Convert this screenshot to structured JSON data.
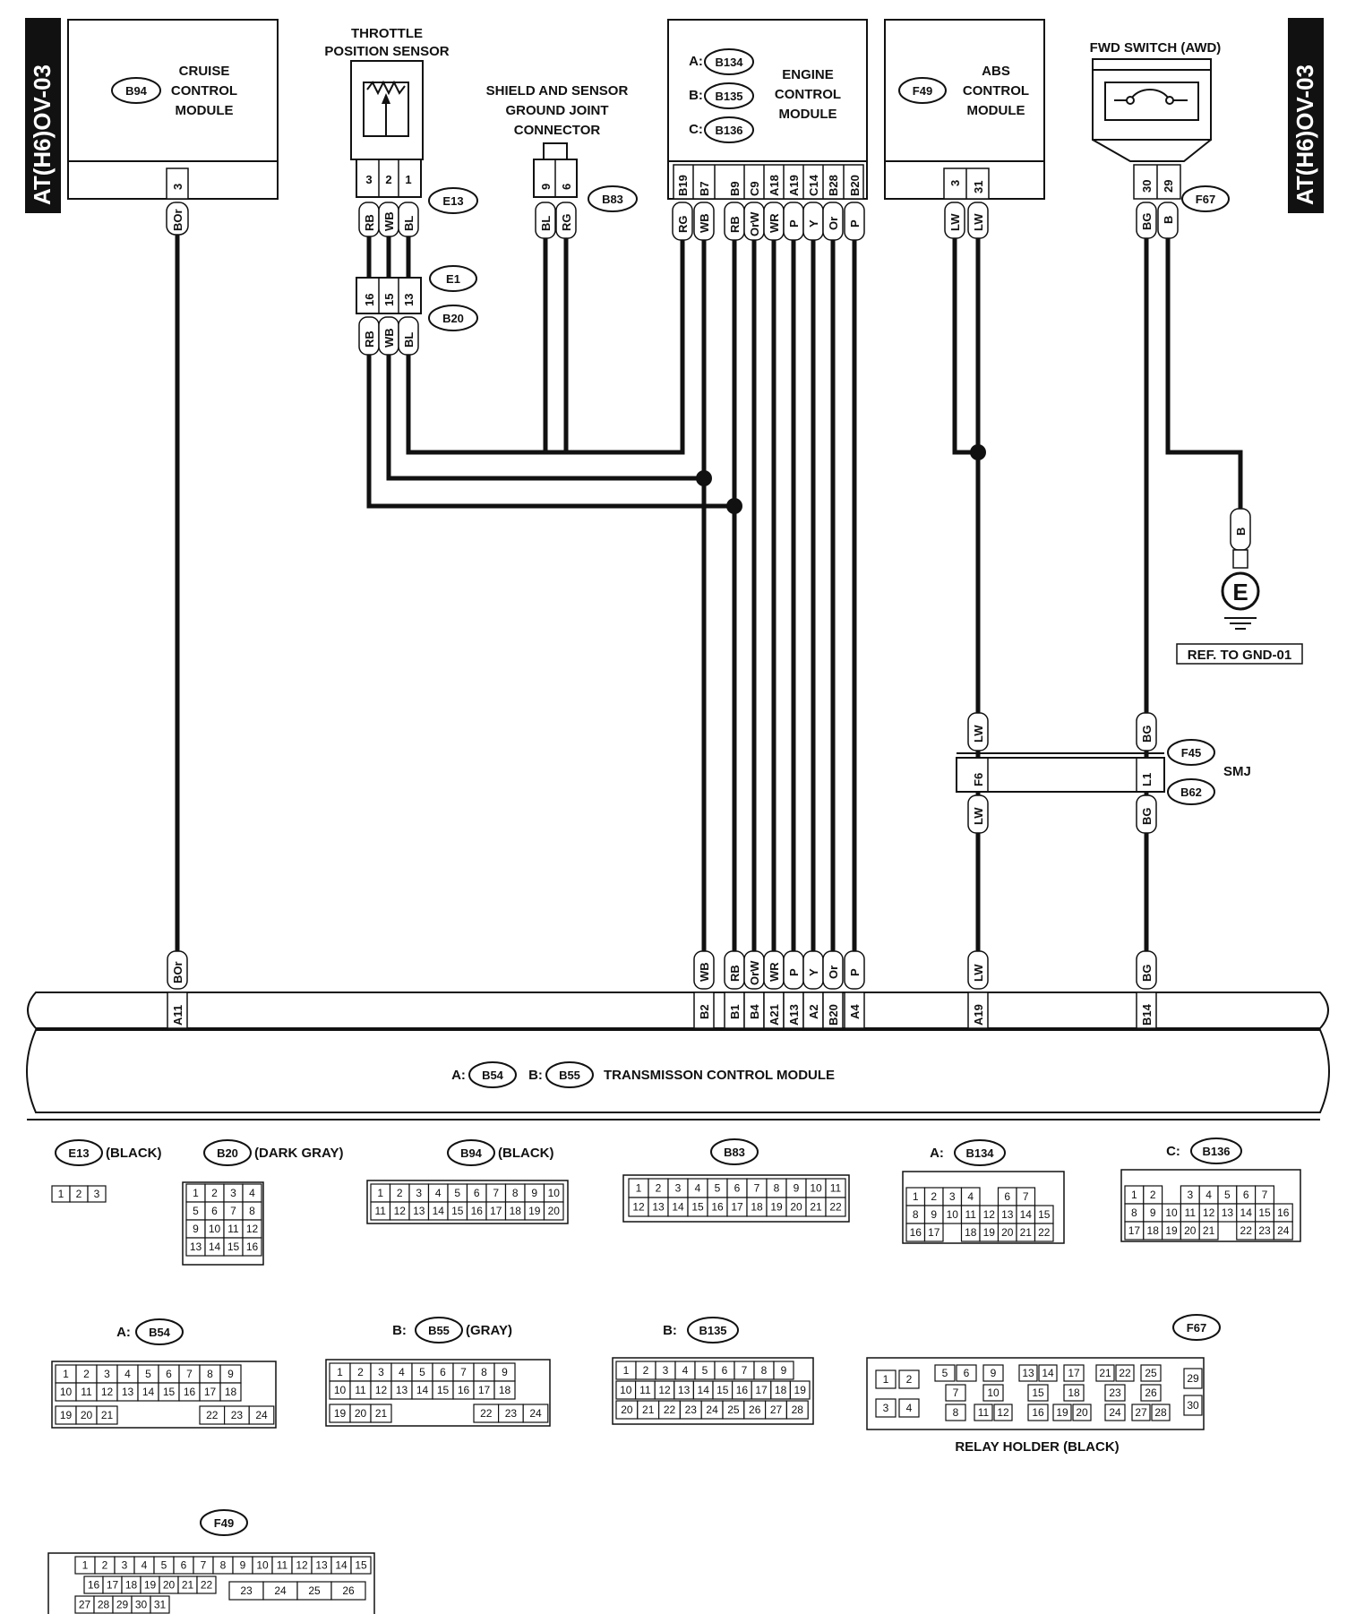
{
  "side_tags": {
    "left": "AT(H6)OV-03",
    "right": "AT(H6)OV-03"
  },
  "modules": {
    "cruise": {
      "connector": "B94",
      "line1": "CRUISE",
      "line2": "CONTROL",
      "line3": "MODULE",
      "pin": "3",
      "wire": "BOr"
    },
    "tps": {
      "title1": "THROTTLE",
      "title2": "POSITION SENSOR",
      "connector": "E13",
      "pins": [
        "3",
        "2",
        "1"
      ],
      "wires": [
        "RB",
        "WB",
        "BL"
      ]
    },
    "joint": {
      "connectors": [
        "E1",
        "B20"
      ],
      "pins": [
        "16",
        "15",
        "13"
      ],
      "wires": [
        "RB",
        "WB",
        "BL"
      ]
    },
    "shield": {
      "title1": "SHIELD AND SENSOR",
      "title2": "GROUND JOINT",
      "title3": "CONNECTOR",
      "connector": "B83",
      "pins": [
        "9",
        "6"
      ],
      "wires": [
        "BL",
        "RG"
      ]
    },
    "ecm": {
      "line1": "ENGINE",
      "line2": "CONTROL",
      "line3": "MODULE",
      "connectors": [
        {
          "prefix": "A:",
          "id": "B134"
        },
        {
          "prefix": "B:",
          "id": "B135"
        },
        {
          "prefix": "C:",
          "id": "B136"
        }
      ],
      "pins": [
        "B19",
        "B7",
        "B9",
        "C9",
        "A18",
        "A19",
        "C14",
        "B28",
        "B20"
      ],
      "wires": [
        "RG",
        "WB",
        "RB",
        "OrW",
        "WR",
        "P",
        "Y",
        "Or",
        "P"
      ]
    },
    "abs": {
      "connector": "F49",
      "line1": "ABS",
      "line2": "CONTROL",
      "line3": "MODULE",
      "pins": [
        "3",
        "31"
      ],
      "wires": [
        "LW",
        "LW"
      ]
    },
    "fwd": {
      "title": "FWD SWITCH (AWD)",
      "connector": "F67",
      "pins": [
        "30",
        "29"
      ],
      "wires": [
        "BG",
        "B"
      ]
    },
    "ground": {
      "wire": "B",
      "symbol": "E",
      "ref": "REF. TO GND-01"
    },
    "smj": {
      "label": "SMJ",
      "connectors": [
        "F45",
        "B62"
      ],
      "pins": [
        "F6",
        "L1"
      ],
      "wires_top": [
        "LW",
        "BG"
      ],
      "wires_bottom": [
        "LW",
        "BG"
      ]
    },
    "tcm": {
      "title": "TRANSMISSON CONTROL MODULE",
      "connectors": [
        {
          "prefix": "A:",
          "id": "B54"
        },
        {
          "prefix": "B:",
          "id": "B55"
        }
      ],
      "pins": [
        "A11",
        "B2",
        "B1",
        "B4",
        "A21",
        "A13",
        "A2",
        "B20",
        "A4",
        "A19",
        "B14"
      ],
      "wires": [
        "BOr",
        "WB",
        "RB",
        "OrW",
        "WR",
        "P",
        "Y",
        "Or",
        "P",
        "LW",
        "BG"
      ]
    }
  },
  "connector_views": {
    "e13": {
      "id": "E13",
      "note": "(BLACK)",
      "rows": [
        [
          "1",
          "2",
          "3"
        ]
      ]
    },
    "b20": {
      "id": "B20",
      "note": "(DARK GRAY)",
      "rows": [
        [
          "1",
          "2",
          "3",
          "4"
        ],
        [
          "5",
          "6",
          "7",
          "8"
        ],
        [
          "9",
          "10",
          "11",
          "12"
        ],
        [
          "13",
          "14",
          "15",
          "16"
        ]
      ]
    },
    "b94": {
      "id": "B94",
      "note": "(BLACK)",
      "rows": [
        [
          "1",
          "2",
          "3",
          "4",
          "5",
          "6",
          "7",
          "8",
          "9",
          "10"
        ],
        [
          "11",
          "12",
          "13",
          "14",
          "15",
          "16",
          "17",
          "18",
          "19",
          "20"
        ]
      ]
    },
    "b83": {
      "id": "B83",
      "note": "",
      "rows": [
        [
          "1",
          "2",
          "3",
          "4",
          "5",
          "6",
          "7",
          "8",
          "9",
          "10",
          "11"
        ],
        [
          "12",
          "13",
          "14",
          "15",
          "16",
          "17",
          "18",
          "19",
          "20",
          "21",
          "22"
        ]
      ]
    },
    "b134": {
      "prefix": "A:",
      "id": "B134",
      "rows": [
        [
          "1",
          "2",
          "3",
          "4",
          "",
          "6",
          "7"
        ],
        [
          "8",
          "9",
          "10",
          "11",
          "12",
          "13",
          "14",
          "15"
        ],
        [
          "16",
          "17",
          "",
          "18",
          "19",
          "20",
          "21",
          "22"
        ]
      ]
    },
    "b136": {
      "prefix": "C:",
      "id": "B136",
      "rows": [
        [
          "1",
          "2",
          "",
          "3",
          "4",
          "5",
          "6",
          "7"
        ],
        [
          "8",
          "9",
          "10",
          "11",
          "12",
          "13",
          "14",
          "15",
          "16"
        ],
        [
          "17",
          "18",
          "19",
          "20",
          "21",
          "",
          "22",
          "23",
          "24"
        ]
      ]
    },
    "b54": {
      "prefix": "A:",
      "id": "B54",
      "rows": [
        [
          "1",
          "2",
          "3",
          "4",
          "5",
          "6",
          "7",
          "8",
          "9"
        ],
        [
          "10",
          "11",
          "12",
          "13",
          "14",
          "15",
          "16",
          "17",
          "18"
        ],
        [
          "19",
          "20",
          "21",
          "22",
          "23",
          "24"
        ]
      ]
    },
    "b55": {
      "prefix": "B:",
      "id": "B55",
      "note": "(GRAY)",
      "rows": [
        [
          "1",
          "2",
          "3",
          "4",
          "5",
          "6",
          "7",
          "8",
          "9"
        ],
        [
          "10",
          "11",
          "12",
          "13",
          "14",
          "15",
          "16",
          "17",
          "18"
        ],
        [
          "19",
          "20",
          "21",
          "22",
          "23",
          "24"
        ]
      ]
    },
    "b135": {
      "prefix": "B:",
      "id": "B135",
      "rows": [
        [
          "1",
          "2",
          "3",
          "4",
          "5",
          "6",
          "7",
          "8",
          "9"
        ],
        [
          "10",
          "11",
          "12",
          "13",
          "14",
          "15",
          "16",
          "17",
          "18",
          "19"
        ],
        [
          "20",
          "21",
          "22",
          "23",
          "24",
          "25",
          "26",
          "27",
          "28"
        ]
      ]
    },
    "f67": {
      "id": "F67",
      "caption": "RELAY HOLDER (BLACK)",
      "cells": [
        "1",
        "2",
        "3",
        "4",
        "5",
        "6",
        "7",
        "8",
        "9",
        "10",
        "11",
        "12",
        "13",
        "14",
        "15",
        "16",
        "17",
        "18",
        "19",
        "20",
        "21",
        "22",
        "23",
        "24",
        "25",
        "26",
        "27",
        "28",
        "29",
        "30"
      ]
    },
    "f49": {
      "id": "F49",
      "rows": [
        [
          "1",
          "2",
          "3",
          "4",
          "5",
          "6",
          "7",
          "8",
          "9",
          "10",
          "11",
          "12",
          "13",
          "14",
          "15"
        ],
        [
          "16",
          "17",
          "18",
          "19",
          "20",
          "21",
          "22",
          "23",
          "24",
          "25",
          "26"
        ],
        [
          "27",
          "28",
          "29",
          "30",
          "31"
        ]
      ]
    }
  }
}
